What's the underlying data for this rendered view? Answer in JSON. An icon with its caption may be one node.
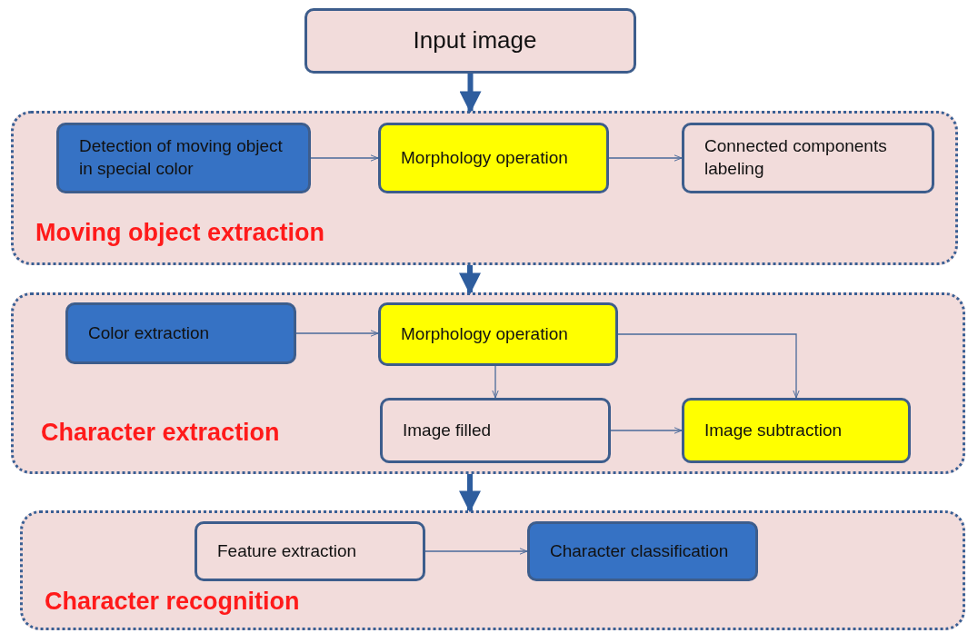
{
  "diagram": {
    "nodes": [
      {
        "text": [
          "Input image"
        ]
      },
      {
        "text": [
          "Moving object extraction"
        ]
      },
      {
        "text": [
          "Detection of moving object in special color"
        ],
        "in": 1
      },
      {
        "text": [
          "Morphology operation"
        ],
        "in": 1
      },
      {
        "text": [
          "Connected components labeling"
        ],
        "in": 1
      },
      {
        "text": [
          "Character extraction"
        ]
      },
      {
        "text": [
          "Color extraction"
        ],
        "in": 5
      },
      {
        "text": [
          "Morphology operation"
        ],
        "in": 5
      },
      {
        "text": [
          "Image filled"
        ],
        "in": 5
      },
      {
        "text": [
          "Image subtraction"
        ],
        "in": 5
      },
      {
        "text": [
          "Character recognition"
        ]
      },
      {
        "text": [
          "Feature extraction"
        ],
        "in": 10
      },
      {
        "text": [
          "Character classification"
        ],
        "in": 10
      }
    ],
    "edges": [
      {
        "from": 0,
        "to": 1,
        "arrow": "to",
        "style": "thick",
        "color": "#2e5d9e"
      },
      {
        "from": 2,
        "to": 3,
        "arrow": "to"
      },
      {
        "from": 3,
        "to": 4,
        "arrow": "to"
      },
      {
        "from": 1,
        "to": 5,
        "arrow": "to",
        "style": "thick",
        "color": "#2e5d9e"
      },
      {
        "from": 6,
        "to": 7,
        "arrow": "to"
      },
      {
        "from": 7,
        "to": 8,
        "arrow": "to"
      },
      {
        "from": 7,
        "to": 9,
        "arrow": "to"
      },
      {
        "from": 8,
        "to": 9,
        "arrow": "to"
      },
      {
        "from": 5,
        "to": 10,
        "arrow": "to",
        "style": "thick",
        "color": "#2e5d9e"
      },
      {
        "from": 11,
        "to": 12,
        "arrow": "to"
      }
    ]
  }
}
